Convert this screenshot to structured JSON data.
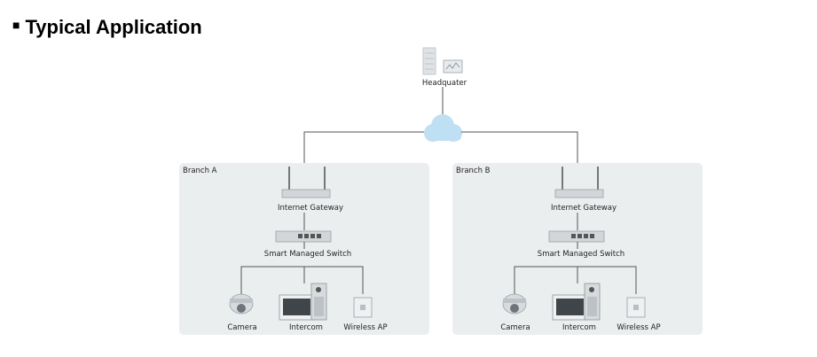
{
  "title": "Typical Application",
  "headquarters": {
    "label": "Headquater"
  },
  "branches": [
    {
      "name": "Branch A",
      "gateway": "Internet Gateway",
      "switch": "Smart Managed Switch",
      "devices": {
        "camera": "Camera",
        "intercom": "Intercom",
        "ap": "Wireless AP"
      }
    },
    {
      "name": "Branch B",
      "gateway": "Internet Gateway",
      "switch": "Smart Managed Switch",
      "devices": {
        "camera": "Camera",
        "intercom": "Intercom",
        "ap": "Wireless AP"
      }
    }
  ],
  "colors": {
    "panel": "#ebeeef",
    "line": "#555555",
    "cloud": "#bfdff3",
    "device": "#c9cdd0"
  }
}
